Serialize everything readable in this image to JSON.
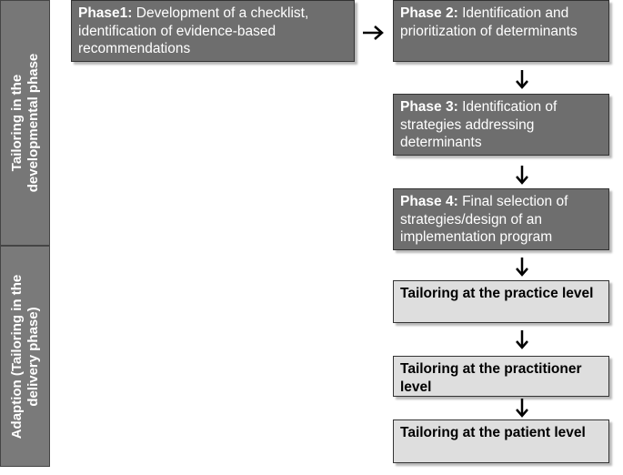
{
  "side_labels": {
    "developmental": "Tailoring in the\ndevelopmental phase",
    "delivery": "Adaption (Tailoring in the\ndelivery phase)"
  },
  "phases": [
    {
      "name": "Phase1:",
      "text": " Development of a checklist, identification of evidence-based recommendations"
    },
    {
      "name": "Phase 2:",
      "text": " Identification and prioritization of determinants"
    },
    {
      "name": "Phase 3:",
      "text": " Identification of strategies addressing determinants"
    },
    {
      "name": "Phase 4:",
      "text": " Final selection of strategies/design of an implementation program"
    }
  ],
  "levels": [
    "Tailoring at the practice level",
    "Tailoring at the practitioner level",
    "Tailoring at the patient level"
  ],
  "colors": {
    "dark_box": "#6e6e6e",
    "light_box": "#dedede",
    "side_band": "#777777"
  }
}
